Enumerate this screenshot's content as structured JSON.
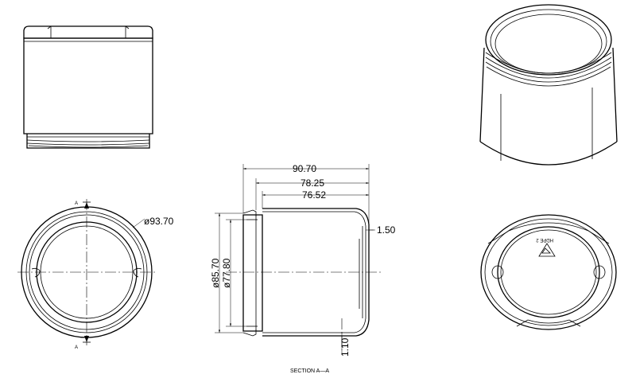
{
  "drawing": {
    "section_label": "SECTION A—A",
    "section_marker": "A",
    "dimensions": {
      "outer_diameter": "ø93.70",
      "width_overall": "90.70",
      "width_body": "78.25",
      "width_inner": "76.52",
      "wall_top": "1.50",
      "base_thickness": "1.10",
      "diameter_outer": "ø85.70",
      "diameter_inner": "ø77.80"
    },
    "recycle_code": "HDPE 2"
  }
}
